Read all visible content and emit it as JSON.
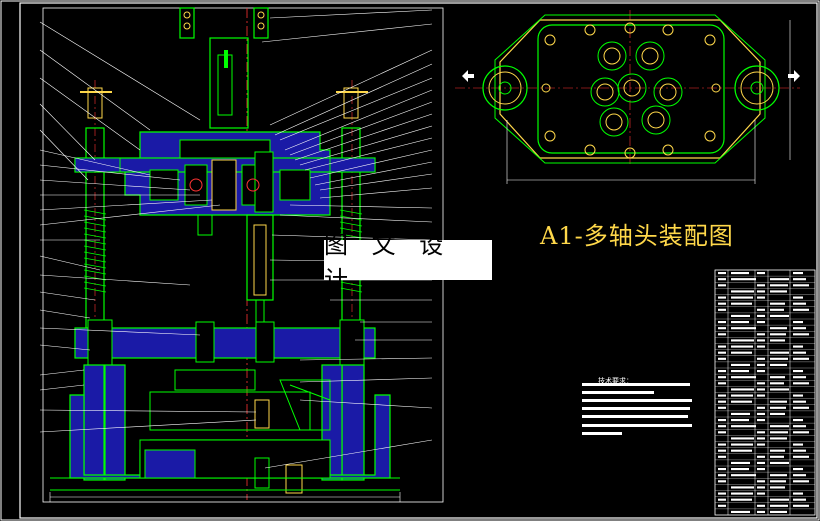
{
  "drawing": {
    "title": "A1-多轴头装配图",
    "watermark": "图 文 设 计",
    "notes_title": "技术要求：",
    "colors": {
      "background": "#000000",
      "outline": "#00ff00",
      "fill": "#1a1aa6",
      "leader": "#ffffff",
      "centerline": "#ff3333",
      "title": "#ffd84a",
      "border": "#ffffff"
    }
  }
}
